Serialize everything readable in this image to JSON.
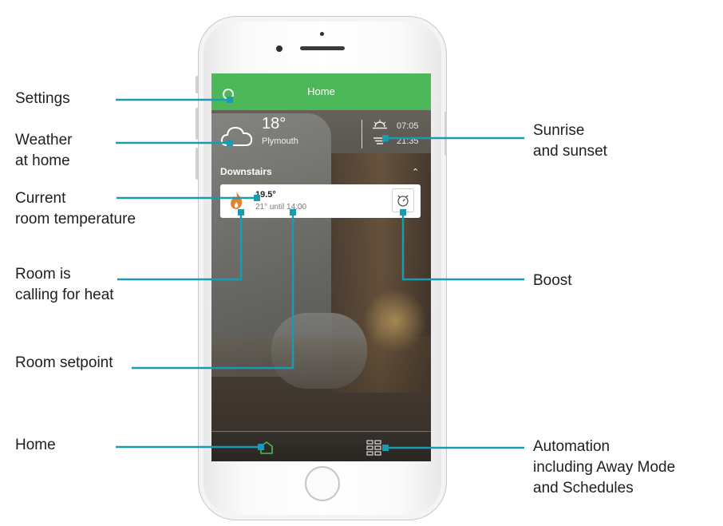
{
  "screen": {
    "header_title": "Home",
    "weather": {
      "temperature": "18°",
      "location": "Plymouth"
    },
    "sun": {
      "sunrise": "07:05",
      "sunset": "21:35"
    },
    "zone": {
      "name": "Downstairs"
    },
    "room": {
      "current_temperature": "19.5°",
      "setpoint_text": "21° until 14:00"
    }
  },
  "callouts": {
    "settings": "Settings",
    "weather_1": "Weather",
    "weather_2": "at home",
    "current_temp_1": "Current",
    "current_temp_2": "room temperature",
    "heat_1": "Room is",
    "heat_2": "calling for heat",
    "setpoint": "Room setpoint",
    "home": "Home",
    "sun_1": "Sunrise",
    "sun_2": "and sunset",
    "boost": "Boost",
    "automation_1": "Automation",
    "automation_2": "including Away Mode",
    "automation_3": "and Schedules"
  },
  "colors": {
    "header": "#4cb85a",
    "callout_line": "#1a9ab3",
    "flame": "#e8822a"
  },
  "icons": [
    "gear-icon",
    "cloud-icon",
    "sunrise-icon",
    "sunset-icon",
    "chevron-up-icon",
    "flame-icon",
    "timer-icon",
    "home-icon",
    "grid-icon"
  ]
}
